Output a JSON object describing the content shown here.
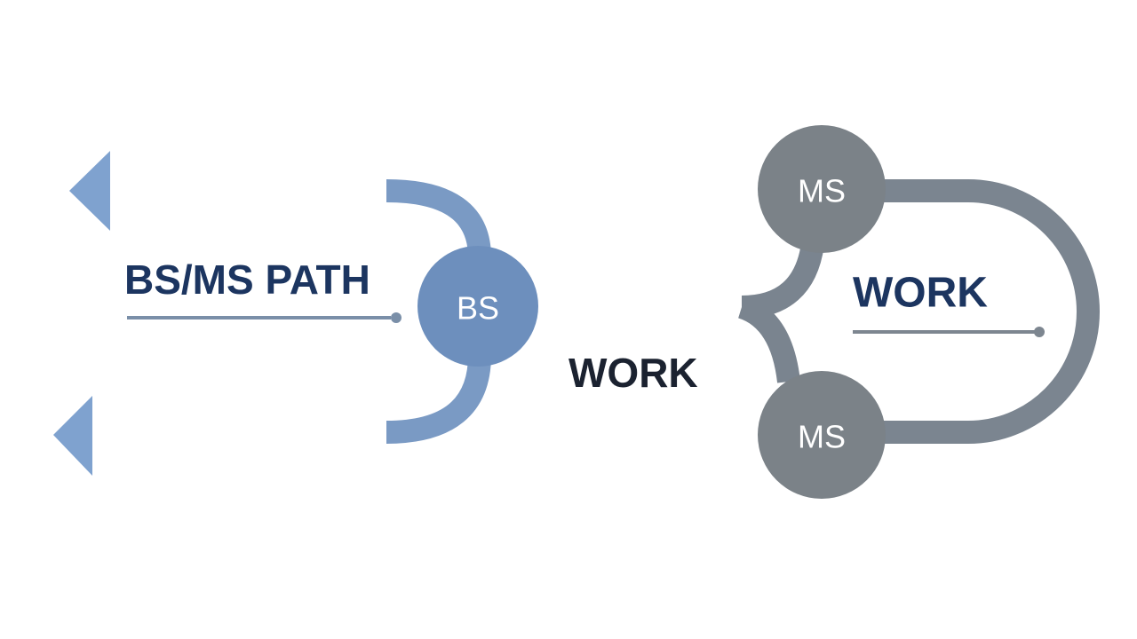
{
  "diagram": {
    "labels": {
      "path": "BS/MS PATH",
      "work_right": "WORK",
      "work_middle": "WORK"
    },
    "nodes": {
      "bs": "BS",
      "ms_top": "MS",
      "ms_bottom": "MS"
    },
    "colors": {
      "blue_path": "#7a9cc6",
      "gray_path": "#7b8590",
      "ms_node": "#7b8288",
      "bs_node": "#6d8fbd",
      "title_text": "#1c3560",
      "work_middle_text": "#1b2230"
    }
  }
}
